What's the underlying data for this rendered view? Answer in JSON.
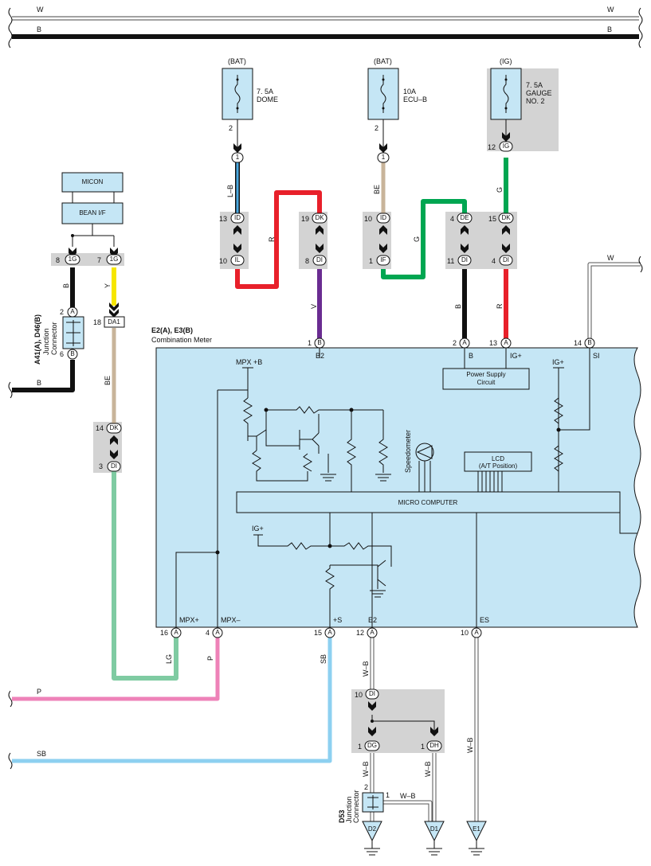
{
  "bus": {
    "w_label": "W",
    "b_label": "B"
  },
  "fuses": [
    {
      "source": "(BAT)",
      "rating": "7. 5A",
      "name": "DOME",
      "pin": "2",
      "conn": "1"
    },
    {
      "source": "(BAT)",
      "rating": "10A",
      "name": "ECU–B",
      "pin": "2",
      "conn": "1"
    },
    {
      "source": "(IG)",
      "rating": "7. 5A",
      "name": "GAUGE",
      "name2": "NO. 2",
      "pin": "12",
      "conn": "IG"
    }
  ],
  "modules": {
    "micon": "MICON",
    "bean": "BEAN I/F"
  },
  "jc_left": {
    "title": "A41(A), D46(B)",
    "sub1": "Junction",
    "sub2": "Connector",
    "pin_top": "2",
    "pin_top_conn": "A",
    "pin_bot": "6",
    "pin_bot_conn": "B"
  },
  "jc_bottom": {
    "title": "D53",
    "sub1": "Junction",
    "sub2": "Connector",
    "pin_left": "2",
    "pin_right": "1"
  },
  "wires": {
    "lb": "L–B",
    "r1": "R",
    "v": "V",
    "be1": "BE",
    "g1": "G",
    "g2": "G",
    "b1": "B",
    "r2": "R",
    "w": "W",
    "b2": "B",
    "y": "Y",
    "be2": "BE",
    "b3": "B",
    "lg": "LG",
    "p": "P",
    "sb": "SB",
    "wb1": "W–B",
    "wb2": "W–B",
    "wb3": "W–B",
    "wb4": "W–B",
    "wb5": "W–B",
    "p_long": "P",
    "sb_long": "SB"
  },
  "connectors": {
    "id1": {
      "pin": "13",
      "conn": "ID"
    },
    "il": {
      "pin": "10",
      "conn": "IL"
    },
    "dk1": {
      "pin": "19",
      "conn": "DK"
    },
    "di1": {
      "pin": "8",
      "conn": "DI"
    },
    "id2": {
      "pin": "10",
      "conn": "ID"
    },
    "if1": {
      "pin": "1",
      "conn": "IF"
    },
    "de": {
      "pin": "4",
      "conn": "DE"
    },
    "di2": {
      "pin": "11",
      "conn": "DI"
    },
    "dk2": {
      "pin": "15",
      "conn": "DK"
    },
    "di3": {
      "pin": "4",
      "conn": "DI"
    },
    "g1a": {
      "pin": "8",
      "conn": "1G"
    },
    "g1b": {
      "pin": "7",
      "conn": "1G"
    },
    "da1": {
      "pin": "18",
      "conn": "DA1"
    },
    "dk3": {
      "pin": "14",
      "conn": "DK"
    },
    "di4": {
      "pin": "3",
      "conn": "DI"
    },
    "di5": {
      "pin": "10",
      "conn": "DI"
    },
    "dg": {
      "pin": "1",
      "conn": "DG"
    },
    "dh": {
      "pin": "1",
      "conn": "DH"
    }
  },
  "meter": {
    "title": "E2(A), E3(B)",
    "subtitle": "Combination Meter",
    "top_pins": [
      {
        "pin": "1",
        "conn": "B",
        "name": "B2"
      },
      {
        "pin": "2",
        "conn": "A",
        "name": "B"
      },
      {
        "pin": "13",
        "conn": "A",
        "name": "IG+"
      },
      {
        "pin": "14",
        "conn": "B",
        "name": "SI"
      }
    ],
    "bottom_pins": [
      {
        "pin": "16",
        "conn": "A",
        "name": "MPX+"
      },
      {
        "pin": "4",
        "conn": "A",
        "name": "MPX–"
      },
      {
        "pin": "15",
        "conn": "A",
        "name": "+S"
      },
      {
        "pin": "12",
        "conn": "A",
        "name": "E2"
      },
      {
        "pin": "10",
        "conn": "A",
        "name": "ES"
      }
    ],
    "power_supply": "Power Supply",
    "power_supply2": "Circuit",
    "mpxb": "MPX +B",
    "igp1": "IG+",
    "igp2": "IG+",
    "speedometer": "Speedometer",
    "lcd": "LCD",
    "lcd2": "(A/T Position)",
    "micro": "MICRO COMPUTER"
  },
  "grounds": [
    "D2",
    "D1",
    "E1"
  ],
  "colors": {
    "meter_fill": "#c5e6f5",
    "grey": "#d3d3d3",
    "red": "#e8202a",
    "green": "#00a651",
    "black": "#111111",
    "purple": "#6a2c91",
    "tan": "#c8b49a",
    "blue": "#4aa8e0",
    "yellow": "#f6e600",
    "lightgreen": "#7fcba2",
    "pink": "#ee82b8",
    "skyblue": "#8dd0f0"
  }
}
